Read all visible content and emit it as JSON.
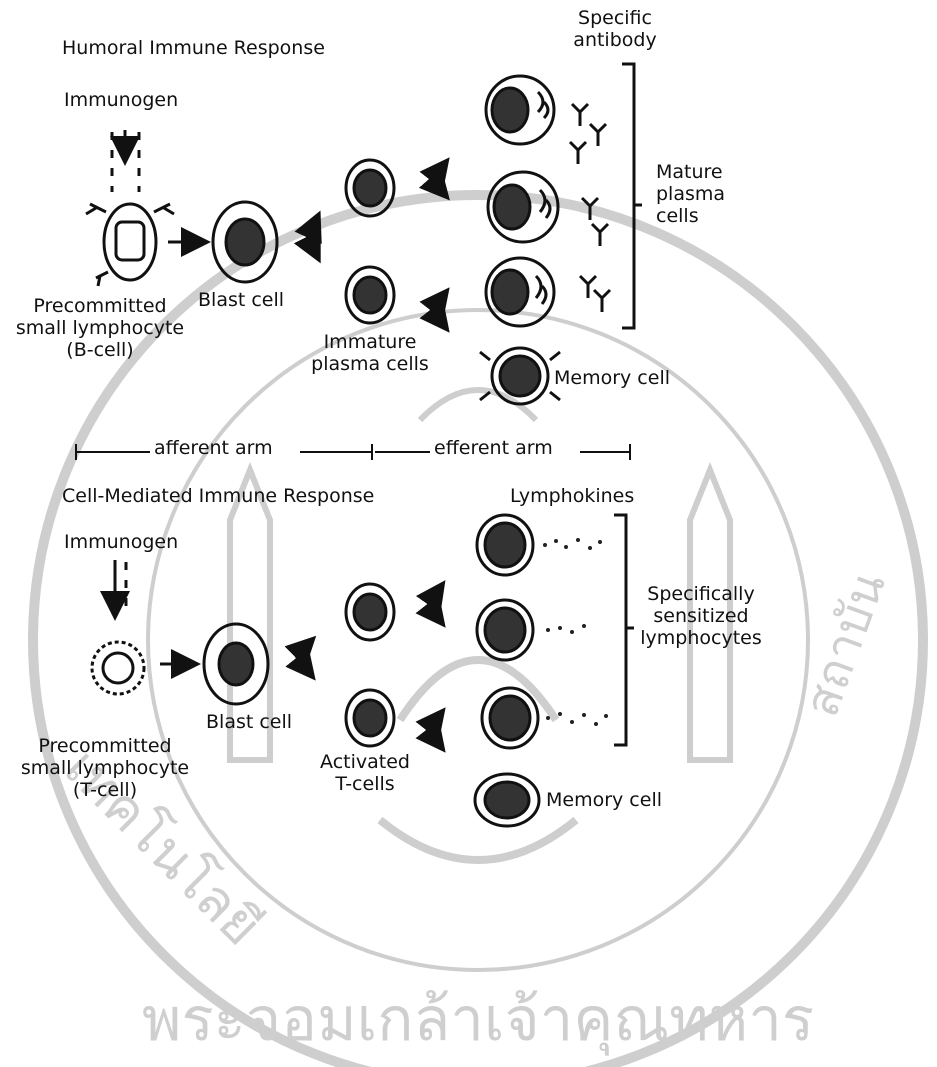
{
  "watermark": {
    "color": "#c9c9c9",
    "bottom_text": "พระจอมเกล้าเจ้าคุณทหาร",
    "left_text": "เทคโนโลยี",
    "right_text": "สถาบัน"
  },
  "humoral": {
    "title": "Humoral Immune Response",
    "immunogen": "Immunogen",
    "precommitted": [
      "Precommitted",
      "small lymphocyte",
      "(B-cell)"
    ],
    "blast": "Blast cell",
    "immature": [
      "Immature",
      "plasma cells"
    ],
    "specific_antibody": [
      "Specific",
      "antibody"
    ],
    "mature": [
      "Mature",
      "plasma",
      "cells"
    ],
    "memory": "Memory cell"
  },
  "arms": {
    "afferent": "afferent arm",
    "efferent": "efferent arm"
  },
  "cell_mediated": {
    "title": "Cell-Mediated Immune Response",
    "immunogen": "Immunogen",
    "lymphokines": "Lymphokines",
    "sensitized": [
      "Specifically",
      "sensitized",
      "lymphocytes"
    ],
    "precommitted": [
      "Precommitted",
      "small lymphocyte",
      "(T-cell)"
    ],
    "blast": "Blast cell",
    "activated": [
      "Activated",
      "T-cells"
    ],
    "memory": "Memory cell"
  }
}
